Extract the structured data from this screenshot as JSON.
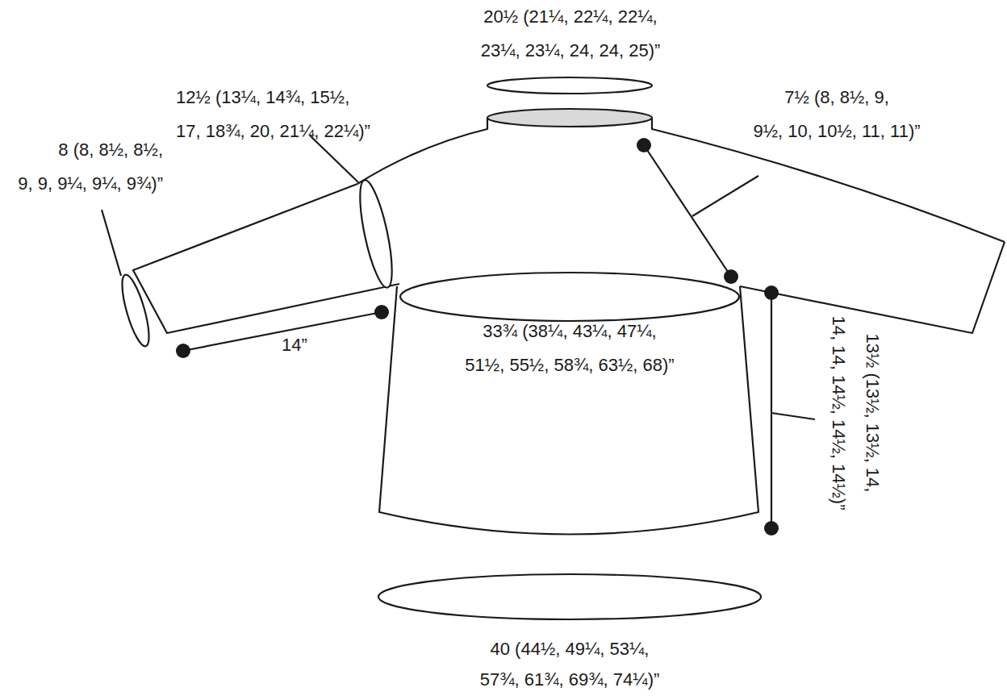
{
  "diagram": {
    "labels": [
      "20½ (21¼, 22¼, 22¼, 23¼, 23¼, 24, 24, 25)”",
      "12½ (13¼, 14¾, 15½, 17, 18¾, 20, 21¼, 22¼)”",
      "7½ (8, 8½, 9, 9½, 10, 10½, 11, 11)”",
      "8 (8, 8½, 8½, 9, 9, 9¼, 9¼, 9¾)”",
      "14”",
      "33¾ (38¼, 43¼, 47¼, 51½, 55½, 58¾, 63½, 68)”",
      "13½ (13½, 13½, 14, 14, 14, 14½, 14½, 14½)”",
      "40 (44½, 49¼, 53¼, 57¾, 61¾, 69¾, 74¼)”"
    ]
  }
}
